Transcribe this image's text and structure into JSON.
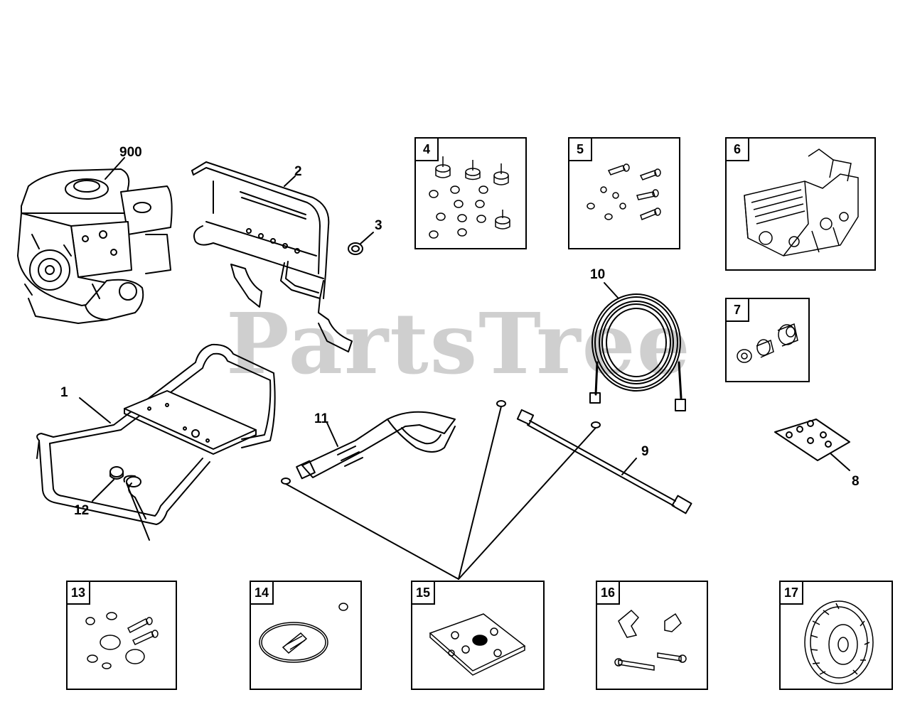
{
  "watermark": "PartsTree",
  "callouts": {
    "c900": "900",
    "c1": "1",
    "c2": "2",
    "c3": "3",
    "c8": "8",
    "c9": "9",
    "c10": "10",
    "c11": "11",
    "c12": "12"
  },
  "boxes": {
    "b4": "4",
    "b5": "5",
    "b6": "6",
    "b7": "7",
    "b13": "13",
    "b14": "14",
    "b15": "15",
    "b16": "16",
    "b17": "17"
  },
  "colors": {
    "line": "#000000",
    "watermark": "#cfcfcf"
  }
}
